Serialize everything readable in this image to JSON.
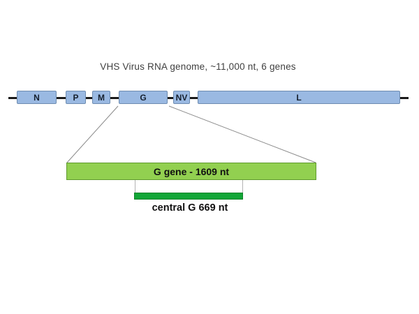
{
  "title": "VHS Virus RNA genome, ~11,000 nt, 6 genes",
  "genome": {
    "genes": [
      {
        "label": "N"
      },
      {
        "label": "P"
      },
      {
        "label": "M"
      },
      {
        "label": "G"
      },
      {
        "label": "NV"
      },
      {
        "label": "L"
      }
    ]
  },
  "g_gene": {
    "label": "G gene - 1609 nt",
    "central_label": "central G 669 nt"
  },
  "colors": {
    "gene_box_fill": "#9ab9e2",
    "gene_box_border": "#6e8cb0",
    "genome_line": "#1a1a1a",
    "g_gene_fill": "#92d050",
    "g_gene_border": "#5f9a2e",
    "central_bar_fill": "#12a637",
    "central_bar_border": "#0d8228",
    "connector_line": "#8a8a8a",
    "title_text": "#3f3f3f"
  }
}
